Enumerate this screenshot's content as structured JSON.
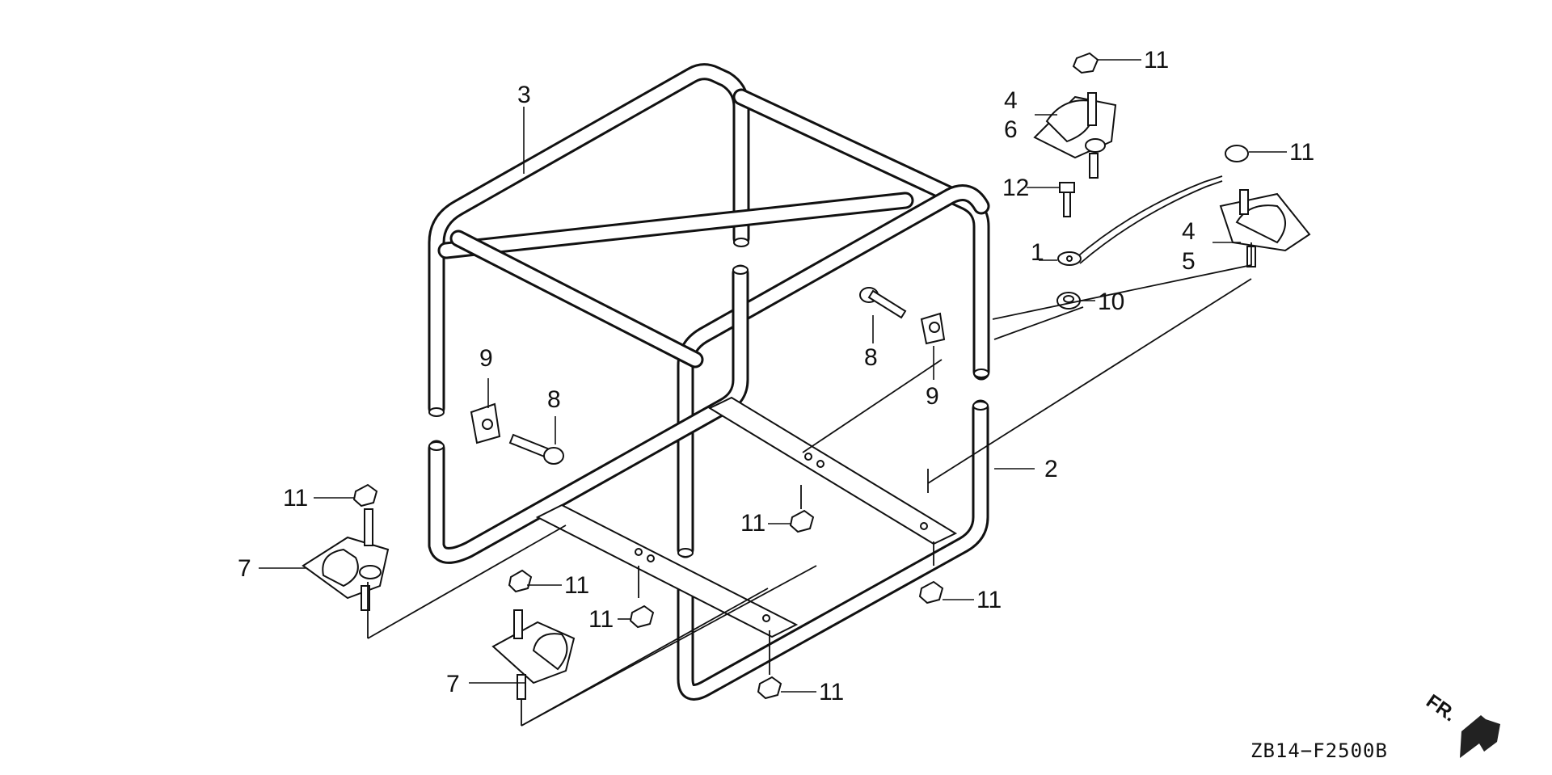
{
  "figure": {
    "drawing_code": "ZB14−F2500B",
    "front_marker": "FR.",
    "callouts": [
      {
        "id": "c1",
        "label": "1"
      },
      {
        "id": "c2",
        "label": "2"
      },
      {
        "id": "c3",
        "label": "3"
      },
      {
        "id": "c4a",
        "label": "4"
      },
      {
        "id": "c4b",
        "label": "4"
      },
      {
        "id": "c5",
        "label": "5"
      },
      {
        "id": "c6",
        "label": "6"
      },
      {
        "id": "c7a",
        "label": "7"
      },
      {
        "id": "c7b",
        "label": "7"
      },
      {
        "id": "c8a",
        "label": "8"
      },
      {
        "id": "c8b",
        "label": "8"
      },
      {
        "id": "c9a",
        "label": "9"
      },
      {
        "id": "c9b",
        "label": "9"
      },
      {
        "id": "c10",
        "label": "10"
      },
      {
        "id": "c11a",
        "label": "11"
      },
      {
        "id": "c11b",
        "label": "11"
      },
      {
        "id": "c11c",
        "label": "11"
      },
      {
        "id": "c11d",
        "label": "11"
      },
      {
        "id": "c11e",
        "label": "11"
      },
      {
        "id": "c11f",
        "label": "11"
      },
      {
        "id": "c11g",
        "label": "11"
      },
      {
        "id": "c11h",
        "label": "11"
      },
      {
        "id": "c12",
        "label": "12"
      }
    ],
    "colors": {
      "ink": "#111111",
      "background": "#ffffff"
    }
  }
}
